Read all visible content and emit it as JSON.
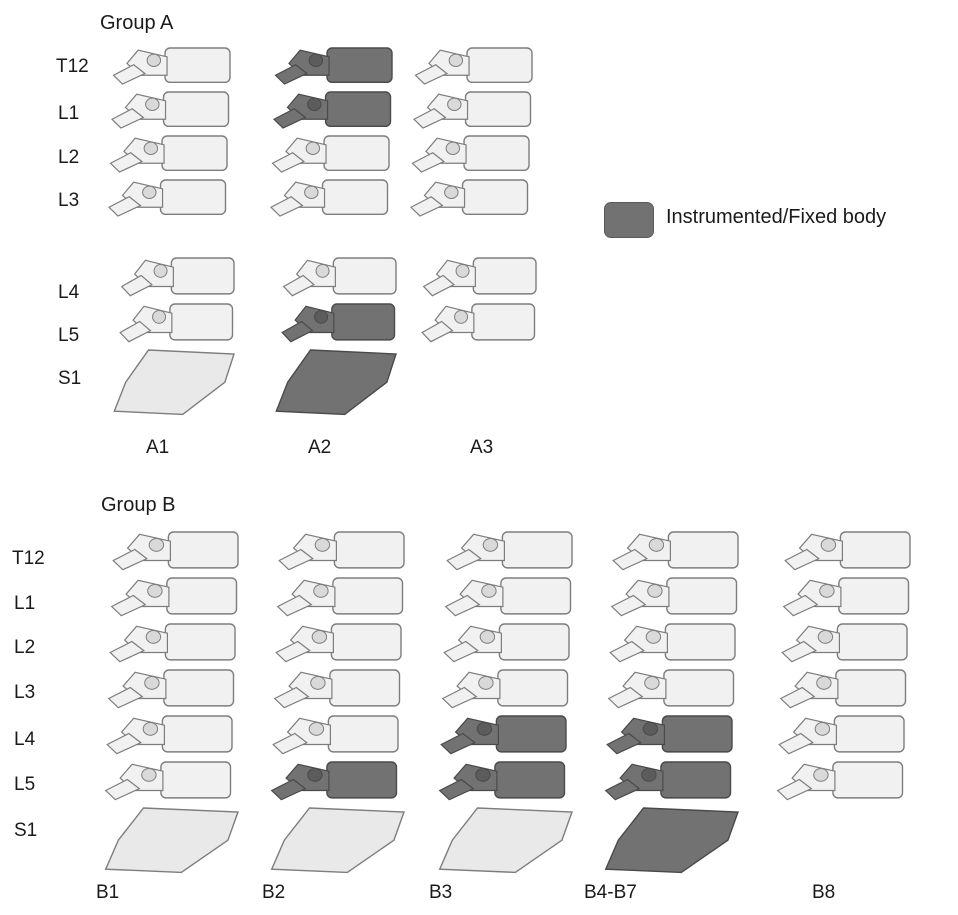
{
  "group_a": {
    "title": "Group A",
    "levels_top": [
      "T12",
      "L1",
      "L2",
      "L3"
    ],
    "levels_bottom": [
      "L4",
      "L5",
      "S1"
    ],
    "models": [
      {
        "label": "A1",
        "instrumented": []
      },
      {
        "label": "A2",
        "instrumented": [
          "T12",
          "L1",
          "L5",
          "S1"
        ]
      },
      {
        "label": "A3",
        "instrumented": []
      }
    ]
  },
  "group_b": {
    "title": "Group B",
    "levels": [
      "T12",
      "L1",
      "L2",
      "L3",
      "L4",
      "L5",
      "S1"
    ],
    "models": [
      {
        "label": "B1",
        "instrumented": []
      },
      {
        "label": "B2",
        "instrumented": [
          "L5"
        ]
      },
      {
        "label": "B3",
        "instrumented": [
          "L4",
          "L5"
        ]
      },
      {
        "label": "B4-B7",
        "instrumented": [
          "L4",
          "L5",
          "S1"
        ]
      },
      {
        "label": "B8",
        "instrumented": []
      }
    ]
  },
  "legend": {
    "label": "Instrumented/Fixed body",
    "color": "#727272"
  },
  "colors": {
    "bone": "#f1f1f1",
    "bone_outline": "#7d7d7d",
    "instrumented": "#727272",
    "instrumented_outline": "#4a4a4a"
  }
}
